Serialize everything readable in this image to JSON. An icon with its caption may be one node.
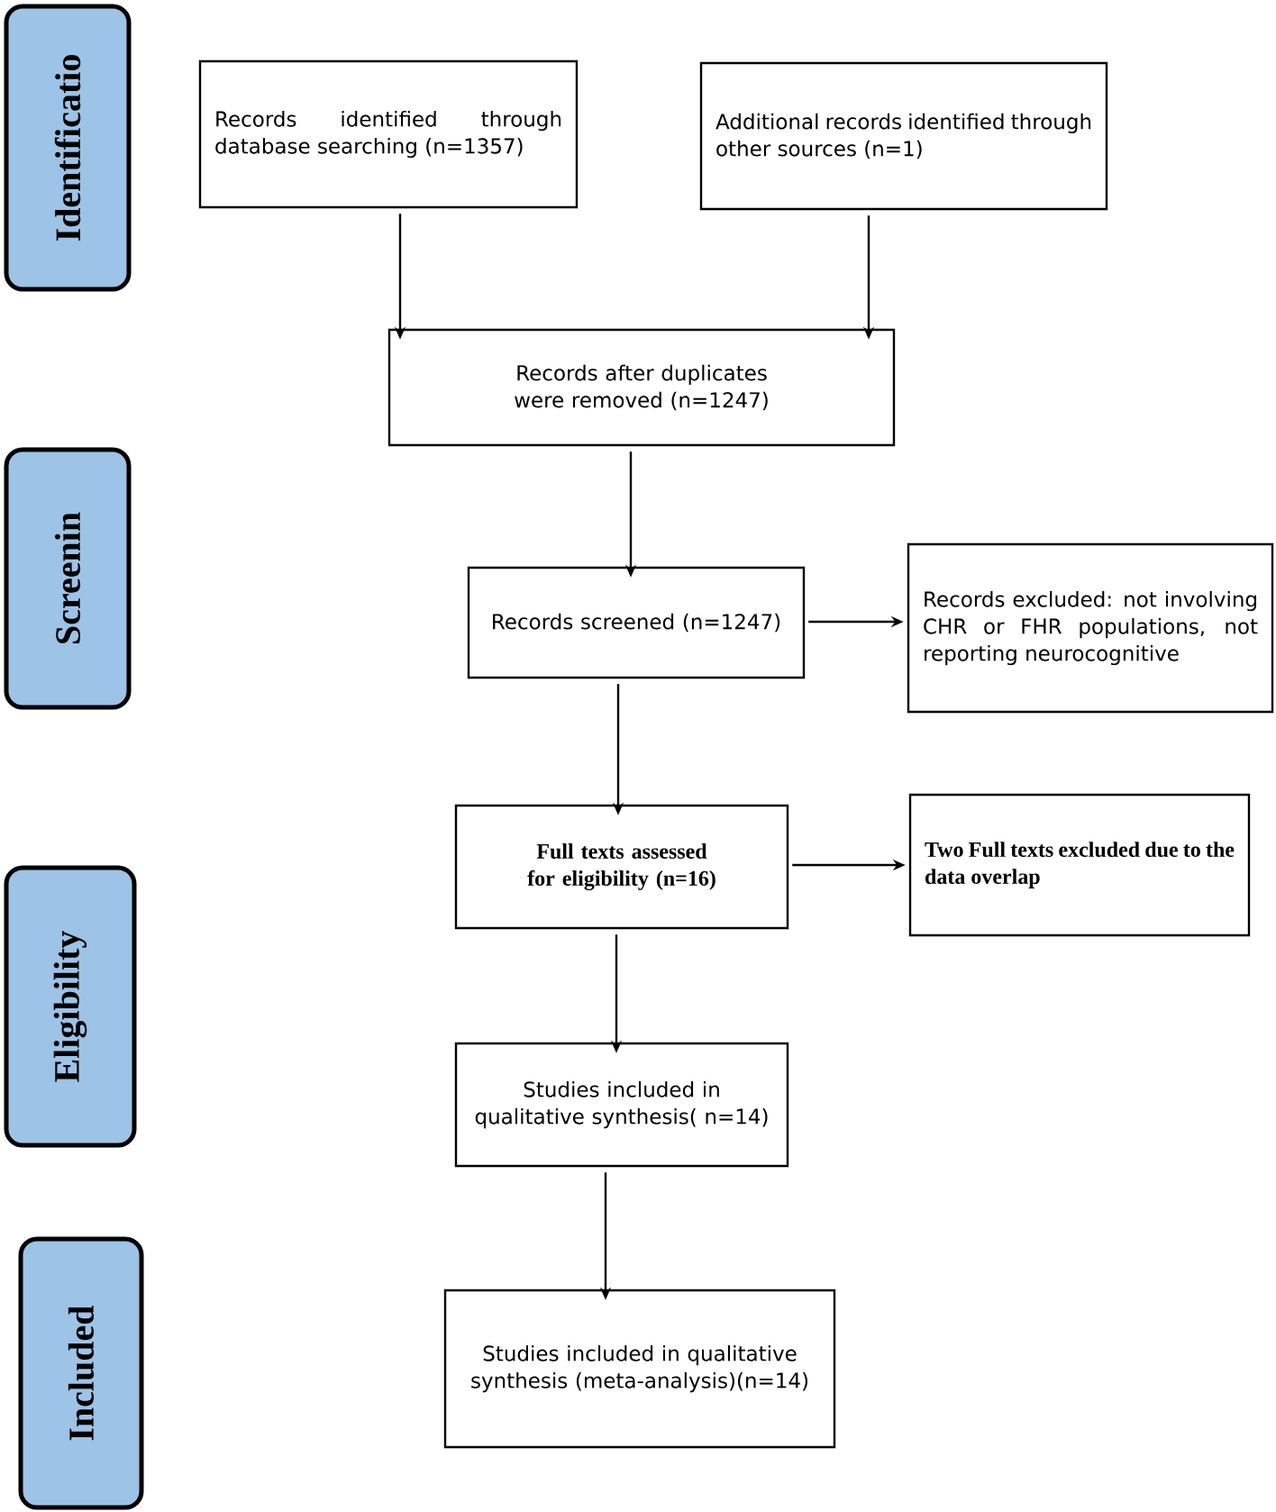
{
  "diagram": {
    "nodes": [
      {
        "text": [
          "Identificatio"
        ]
      },
      {
        "text": [
          "Screenin"
        ]
      },
      {
        "text": [
          "Eligibility"
        ]
      },
      {
        "text": [
          "Included"
        ]
      },
      {
        "text": [
          "Records identified through database searching (n=1357)"
        ]
      },
      {
        "text": [
          "Additional records identified through other sources (n=1)"
        ]
      },
      {
        "text": [
          "Records after duplicates were removed (n=1247)"
        ]
      },
      {
        "text": [
          "Records screened (n=1247)"
        ]
      },
      {
        "text": [
          "Records excluded: not involving CHR or FHR populations, not reporting neurocognitive"
        ]
      },
      {
        "text": [
          "Full texts assessed for eligibility (n=16)"
        ]
      },
      {
        "text": [
          "Two Full texts excluded due to the data overlap"
        ]
      },
      {
        "text": [
          "Studies included in qualitative synthesis( n=14)"
        ]
      },
      {
        "text": [
          "Studies included in qualitative synthesis (meta-analysis)(n=14)"
        ]
      }
    ],
    "edges": [
      {
        "from": 4,
        "to": 6,
        "arrow": "to"
      },
      {
        "from": 5,
        "to": 6,
        "arrow": "to"
      },
      {
        "from": 6,
        "to": 7,
        "arrow": "to"
      },
      {
        "from": 7,
        "to": 8,
        "arrow": "to"
      },
      {
        "from": 7,
        "to": 9,
        "arrow": "to"
      },
      {
        "from": 9,
        "to": 10,
        "arrow": "to"
      },
      {
        "from": 9,
        "to": 11,
        "arrow": "to"
      },
      {
        "from": 11,
        "to": 12,
        "arrow": "to"
      }
    ]
  }
}
